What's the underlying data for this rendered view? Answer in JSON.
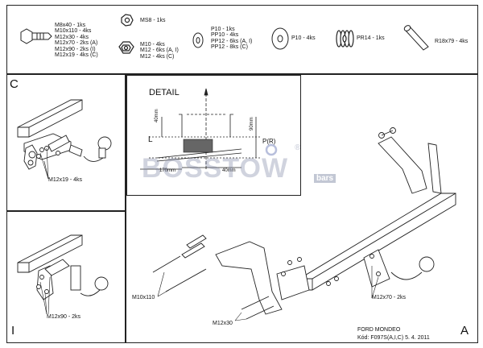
{
  "parts": {
    "bolts": [
      "M8x40 - 1ks",
      "M10x110 - 4ks",
      "M12x30 - 4ks",
      "M12x70 - 2ks (A)",
      "M12x90 - 2ks (I)",
      "M12x19 - 4ks (C)"
    ],
    "ms8": "MS8 - 1ks",
    "nuts": [
      "M10 - 4ks",
      "M12 - 6ks (A, I)",
      "M12 - 4ks (C)"
    ],
    "washers": [
      "P10 - 1ks",
      "PP10 - 4ks",
      "PP12 - 6ks (A, I)",
      "PP12 - 8ks (C)"
    ],
    "p10": "P10 - 4ks",
    "pr14": "PR14 - 1ks",
    "r18": "R18x79 - 4ks"
  },
  "panels": {
    "c_letter": "C",
    "i_letter": "I",
    "a_letter": "A",
    "c_label": "M12x19 - 4ks",
    "i_label": "M12x90 - 2ks"
  },
  "detail": {
    "title": "DETAIL",
    "l_label": "L",
    "pr_label": "P(R)",
    "dim_40": "40mm",
    "dim_90": "90mm",
    "dim_170": "170mm",
    "dim_40b": "40mm"
  },
  "main": {
    "m10x110": "M10x110",
    "m12x30": "M12x30",
    "m12x70": "M12x70 - 2ks"
  },
  "footer": {
    "model": "FORD MONDEO",
    "code": "Kód: F097S(A,I,C)  5. 4. 2011"
  },
  "watermark": {
    "brand": "BOSSTOW",
    "suffix": "bars",
    "mark": "®"
  }
}
